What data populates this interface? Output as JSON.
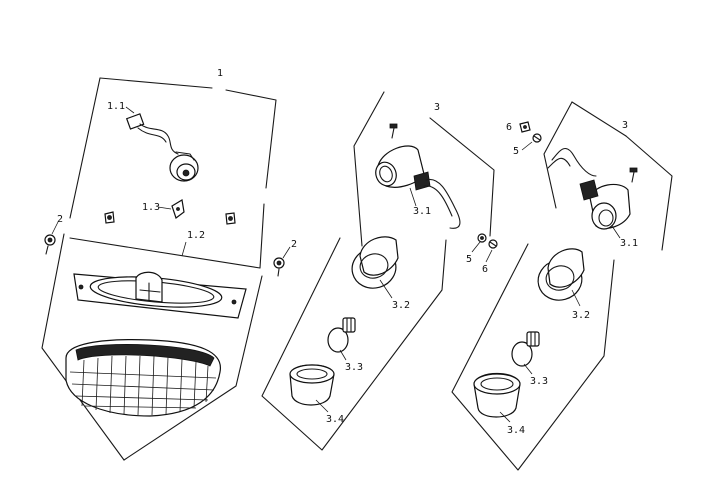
{
  "labels": {
    "g1": "1",
    "p1_1": "1.1",
    "p1_2": "1.2",
    "p1_3": "1.3",
    "p2_left": "2",
    "p2_right": "2",
    "g3_mid": "3",
    "g3_right": "3",
    "p3_1_mid": "3.1",
    "p3_1_right": "3.1",
    "p3_2_mid": "3.2",
    "p3_2_right": "3.2",
    "p3_3_mid": "3.3",
    "p3_3_right": "3.3",
    "p3_4_mid": "3.4",
    "p3_4_right": "3.4",
    "p5_mid": "5",
    "p5_right": "5",
    "p6_mid": "6",
    "p6_right": "6"
  }
}
